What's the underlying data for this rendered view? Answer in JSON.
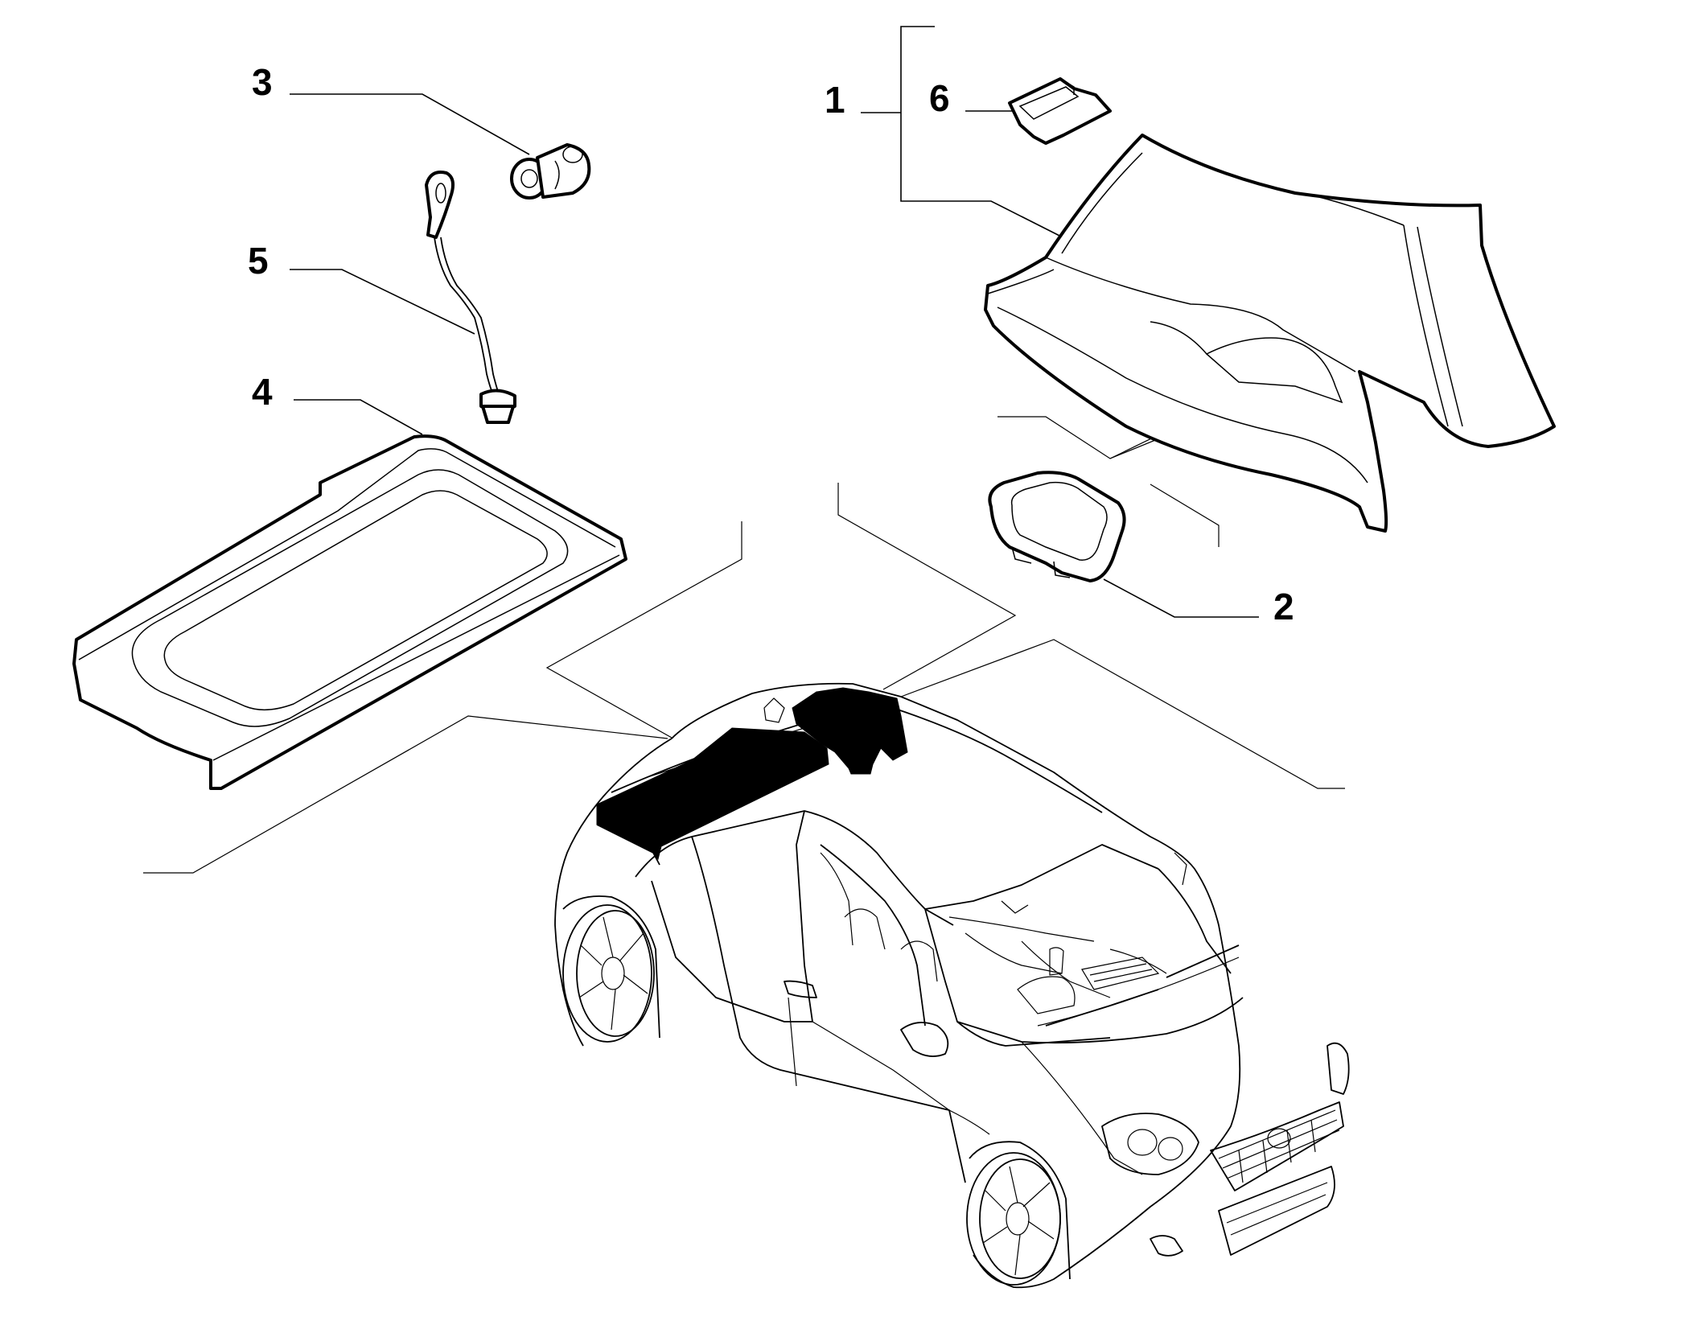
{
  "callouts": [
    {
      "id": "1",
      "label": "1"
    },
    {
      "id": "2",
      "label": "2"
    },
    {
      "id": "3",
      "label": "3"
    },
    {
      "id": "4",
      "label": "4"
    },
    {
      "id": "5",
      "label": "5"
    },
    {
      "id": "6",
      "label": "6"
    }
  ],
  "colors": {
    "line": "#000000",
    "background": "#ffffff",
    "highlight_fill": "#000000"
  }
}
